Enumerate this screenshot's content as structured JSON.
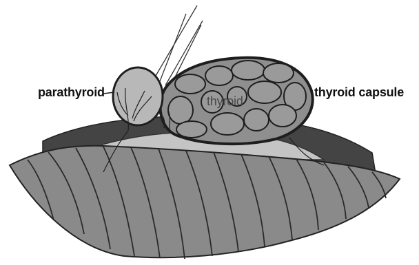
{
  "labels": {
    "parathyroid": "parathyroid",
    "thyroid": "thyroid",
    "thyroid_capsule": "thyroid capsule"
  },
  "colors": {
    "background": "#ffffff",
    "muscle": "#8a8a8a",
    "dark_bed": "#444444",
    "fascia": "#c4c4c4",
    "thyroid_fill": "#8f8f8f",
    "follicle_fill": "#9a9a9a",
    "parathyroid_fill": "#b8b8b8",
    "outline": "#222222"
  }
}
